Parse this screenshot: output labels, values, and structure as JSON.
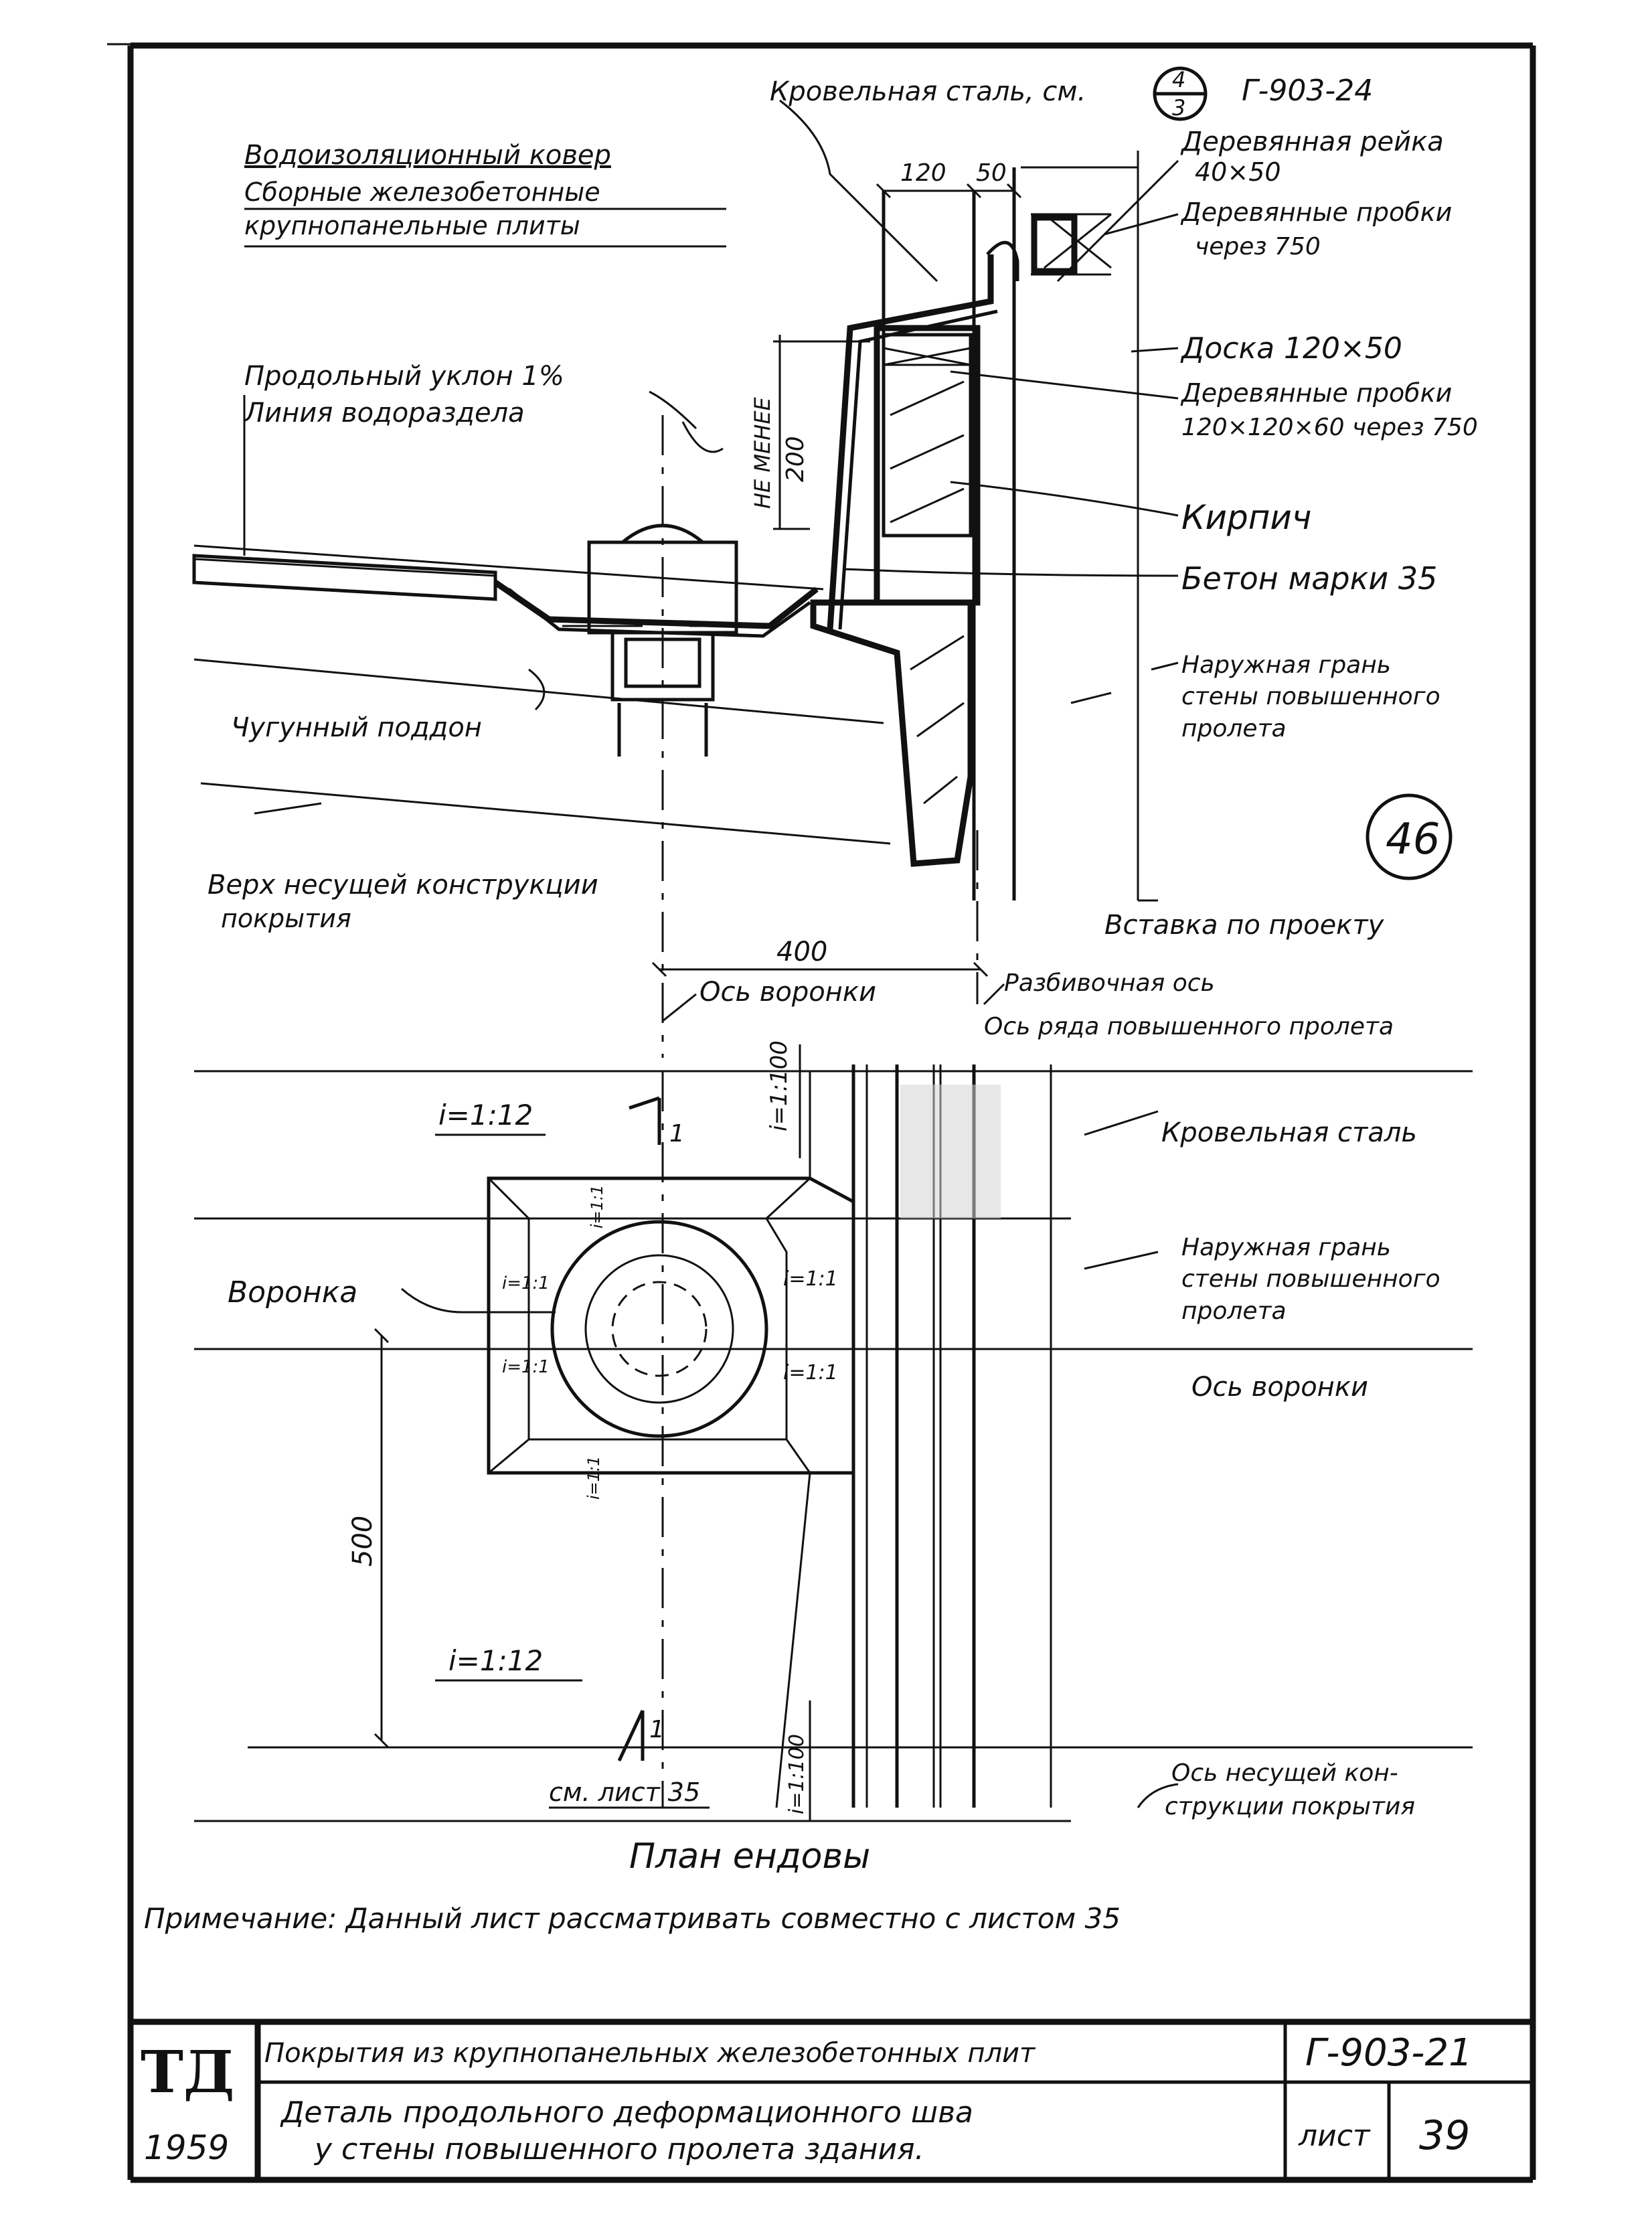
{
  "section": {
    "roof_steel": "Кровельная сталь, см.",
    "ref_circle_top": "4",
    "ref_circle_bottom": "3",
    "ref_sheet": "Г-903-24",
    "waterproof": "Водоизоляционный ковер",
    "panels_1": "Сборные железобетонные",
    "panels_2": "крупнопанельные плиты",
    "wood_strip_1": "Деревянная рейка",
    "wood_strip_2": "40×50",
    "wood_plugs_1": "Деревянные пробки",
    "wood_plugs_2": "через 750",
    "dim_120": "120",
    "dim_50": "50",
    "board": "Доска 120×50",
    "wood_plugs2_1": "Деревянные пробки",
    "wood_plugs2_2": "120×120×60 через 750",
    "slope": "Продольный уклон 1%",
    "watershed": "Линия водораздела",
    "min_label": "НЕ МЕНЕЕ",
    "min_val": "200",
    "brick": "Кирпич",
    "concrete": "Бетон марки 35",
    "outer_face_1": "Наружная грань",
    "outer_face_2": "стены повышенного",
    "outer_face_3": "пролета",
    "cast_tray": "Чугунный поддон",
    "top_struct_1": "Верх несущей конструкции",
    "top_struct_2": "покрытия",
    "tie": "Вставка по проекту",
    "detail_no": "46"
  },
  "plan": {
    "dim_400": "400",
    "funnel_axis": "Ось воронки",
    "layout_axis": "Разбивочная ось",
    "row_axis": "Ось ряда повышенного пролета",
    "slope_100_top": "i=1:100",
    "slope_12_top": "i=1:12",
    "roof_steel": "Кровельная сталь",
    "outer_face_1": "Наружная грань",
    "outer_face_2": "стены повышенного",
    "outer_face_3": "пролета",
    "funnel": "Воронка",
    "s11_a": "i=1:1",
    "s11_b": "i=1:1",
    "s11_c": "i=1:1",
    "s11_d": "i=1:1",
    "s11_e": "i=1:1",
    "s11_f": "i=1:1",
    "funnel_axis_2": "Ось воронки",
    "dim_500": "500",
    "slope_12_bot": "i=1:12",
    "see_sheet": "см. лист 35",
    "slope_100_bot": "i=1:100",
    "struct_axis_1": "Ось несущей кон-",
    "struct_axis_2": "струкции покрытия",
    "section_mark_top": "1",
    "section_mark_bot": "1"
  },
  "plan_title": "План ендовы",
  "note": "Примечание: Данный лист рассматривать совместно с листом 35",
  "title_block": {
    "logo": "ТД",
    "year": "1959",
    "series_title": "Покрытия из крупнопанельных железобетонных плит",
    "code": "Г-903-21",
    "detail_1": "Деталь продольного деформационного шва",
    "detail_2": "у стены повышенного пролета здания.",
    "sheet_label": "лист",
    "sheet_no": "39"
  }
}
